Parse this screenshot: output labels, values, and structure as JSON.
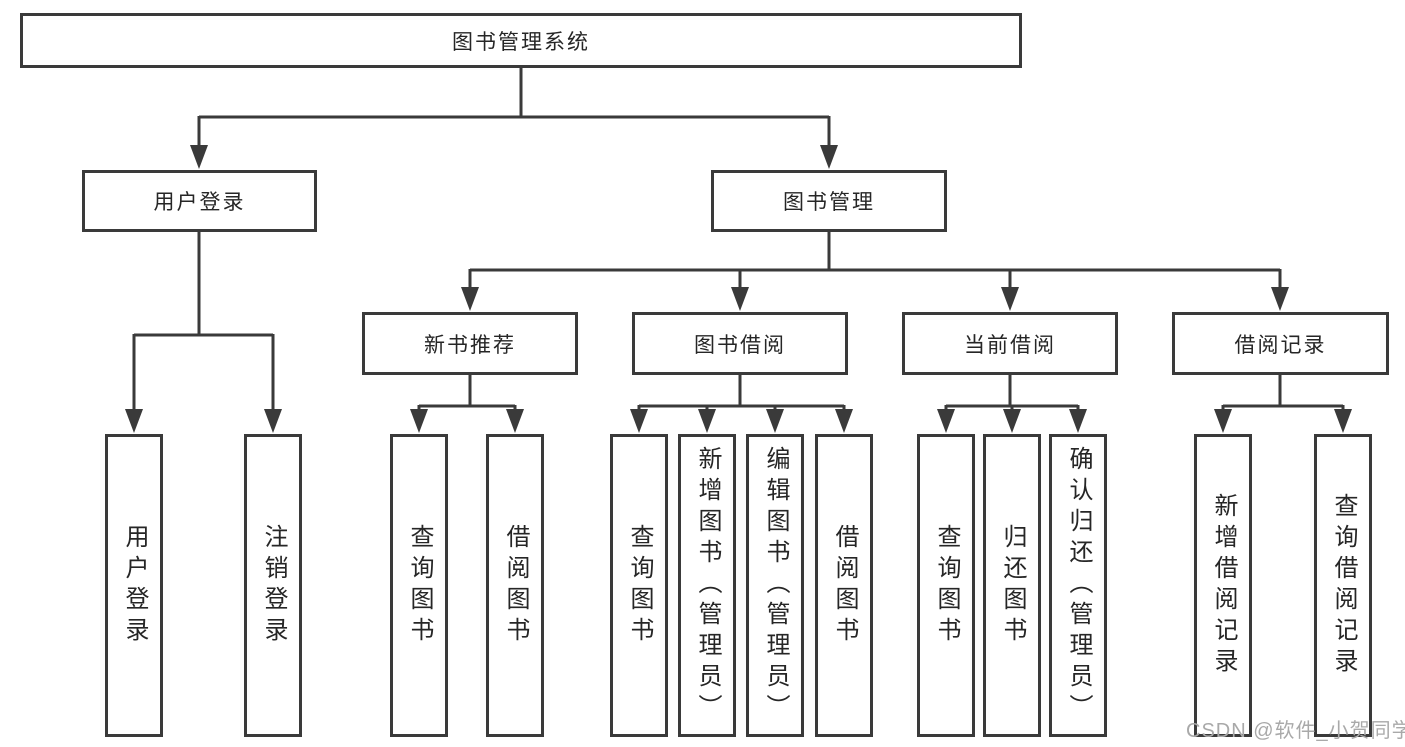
{
  "nodes": {
    "root": "图书管理系统",
    "level2": {
      "user_login": "用户登录",
      "book_management": "图书管理"
    },
    "level3": [
      "新书推荐",
      "图书借阅",
      "当前借阅",
      "借阅记录"
    ],
    "leaves": {
      "login": [
        "用户登录",
        "注销登录"
      ],
      "recommend": [
        "查询图书",
        "借阅图书"
      ],
      "borrow": [
        "查询图书",
        "新增图书（管理员）",
        "编辑图书（管理员）",
        "借阅图书"
      ],
      "current": [
        "查询图书",
        "归还图书",
        "确认归还（管理员）"
      ],
      "records": [
        "新增借阅记录",
        "查询借阅记录"
      ]
    }
  },
  "watermark": {
    "text": "CSDN @软件_小贺同学",
    "color": "#a9a9a9"
  },
  "style": {
    "line_color": "#3a3a3a",
    "text_color": "#262626",
    "background": "#ffffff"
  }
}
